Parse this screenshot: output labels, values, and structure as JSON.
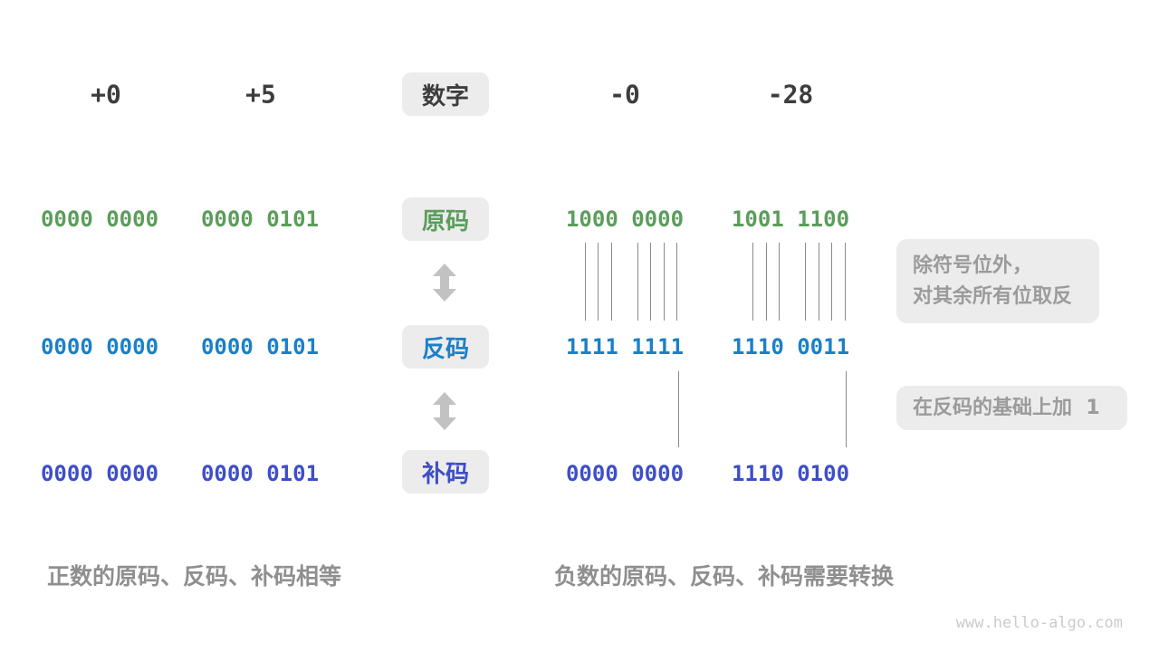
{
  "headers": {
    "col1": "+0",
    "col2": "+5",
    "center_label": "数字",
    "col3": "-0",
    "col4": "-28"
  },
  "rows": [
    {
      "id": "sign-magnitude",
      "label": "原码",
      "color": "#5b9d5b",
      "values": [
        "0000 0000",
        "0000 0101",
        "1000 0000",
        "1001 1100"
      ]
    },
    {
      "id": "ones-complement",
      "label": "反码",
      "color": "#1b80c8",
      "values": [
        "0000 0000",
        "0000 0101",
        "1111 1111",
        "1110 0011"
      ]
    },
    {
      "id": "twos-complement",
      "label": "补码",
      "color": "#3e4ec8",
      "values": [
        "0000 0000",
        "0000 0101",
        "0000 0000",
        "1110 0100"
      ]
    }
  ],
  "annotations": {
    "invert_note_line1": "除符号位外，",
    "invert_note_line2": "对其余所有位取反",
    "add_one_note": "在反码的基础上加  1"
  },
  "captions": {
    "positive": "正数的原码、反码、补码相等",
    "negative": "负数的原码、反码、补码需要转换"
  },
  "watermark": "www.hello-algo.com",
  "colors": {
    "green": "#5b9d5b",
    "azure": "#1b80c8",
    "indigo": "#3e4ec8",
    "chip_background": "#ececec",
    "dark_text": "#3d3d3d",
    "caption_gray": "#8f8f8f",
    "note_gray": "#9b9b9b",
    "arrow_gray": "#c2c2c2",
    "line_gray": "#8a8a8a"
  }
}
